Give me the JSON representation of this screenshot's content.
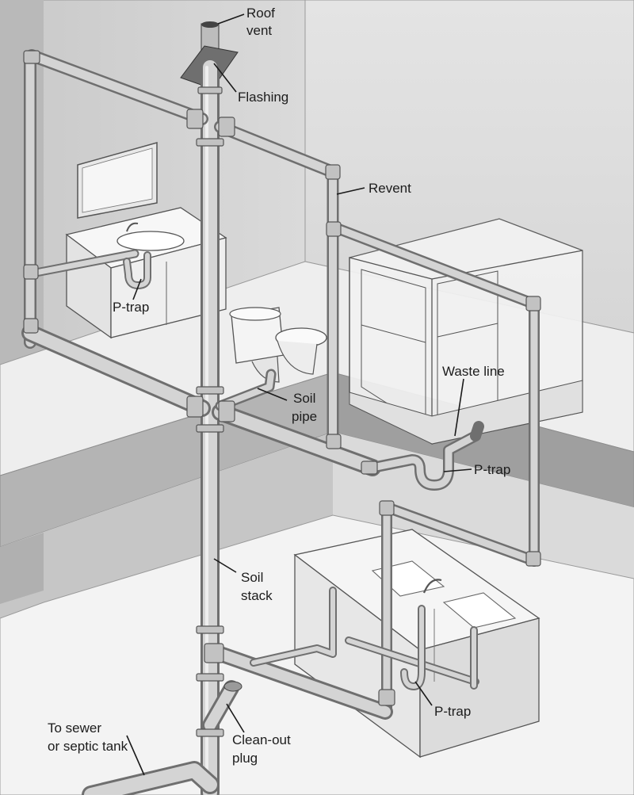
{
  "diagram": {
    "labels": {
      "roof_vent_line1": "Roof",
      "roof_vent_line2": "vent",
      "flashing": "Flashing",
      "revent": "Revent",
      "p_trap_sink": "P-trap",
      "waste_line": "Waste line",
      "soil_pipe_line1": "Soil",
      "soil_pipe_line2": "pipe",
      "p_trap_tub": "P-trap",
      "soil_stack_line1": "Soil",
      "soil_stack_line2": "stack",
      "p_trap_kitchen": "P-trap",
      "sewer_line1": "To sewer",
      "sewer_line2": "or septic tank",
      "cleanout_line1": "Clean-out",
      "cleanout_line2": "plug"
    },
    "colors": {
      "background": "#ffffff",
      "wall_light": "#d7d7d7",
      "wall_mid": "#bdbdbd",
      "wall_dark": "#a7a7a7",
      "floor": "#e9e9e9",
      "pipe_fill": "#d2d2d2",
      "pipe_edge": "#6f6f6f",
      "fixture_fill": "#f4f4f4",
      "line": "#1a1a1a"
    }
  }
}
